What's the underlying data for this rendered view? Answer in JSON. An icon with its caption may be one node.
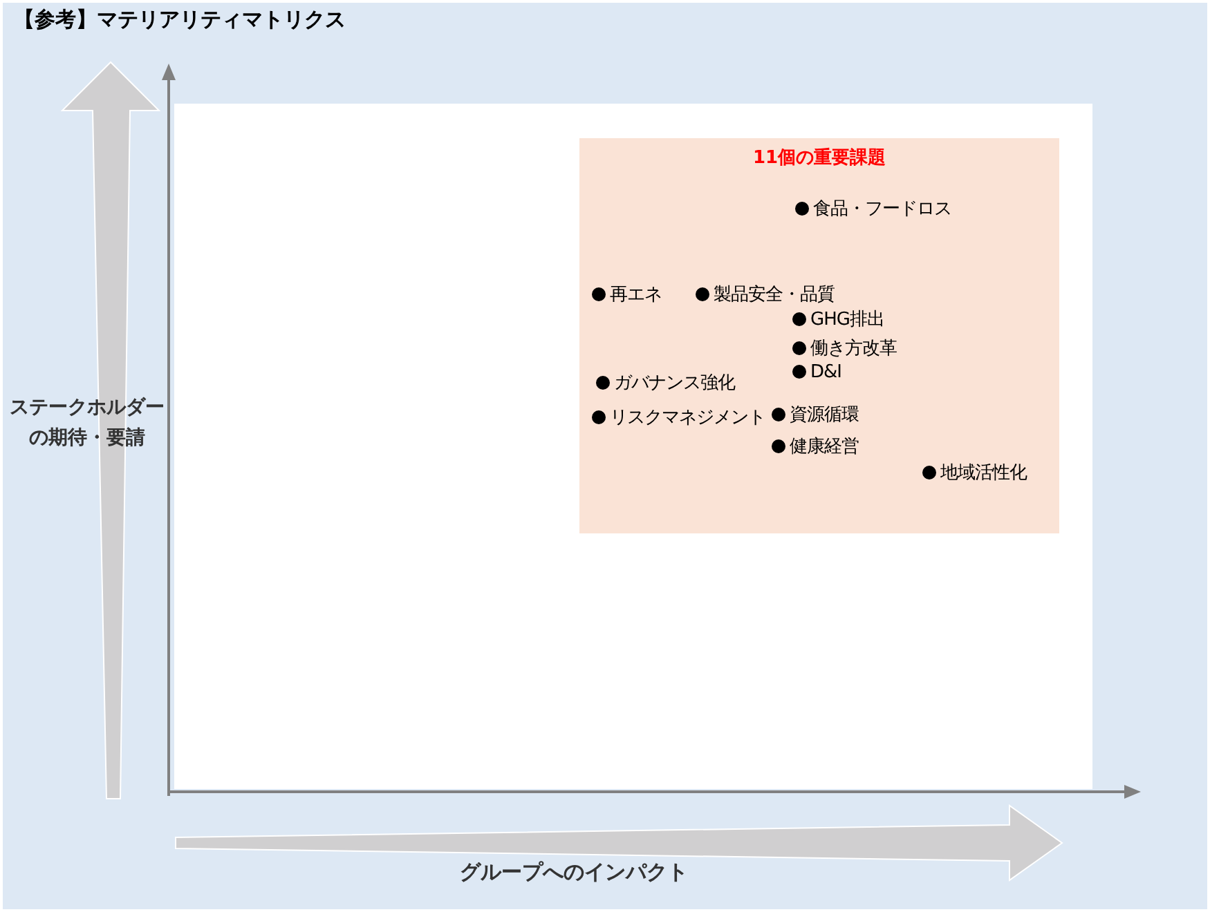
{
  "diagram": {
    "title": "【参考】マテリアリティマトリクス",
    "nodes": [
      {
        "text": [
          "11個の重要課題"
        ]
      }
    ],
    "labels": [
      "食品・フードロス",
      "再エネ",
      "製品安全・品質",
      "GHG排出",
      "働き方改革",
      "D&I",
      "ガバナンス強化",
      "リスクマネジメント",
      "資源循環",
      "健康経営",
      "地域活性化",
      "ステークホルダーの期待・要請",
      "グループへのインパクト"
    ]
  }
}
